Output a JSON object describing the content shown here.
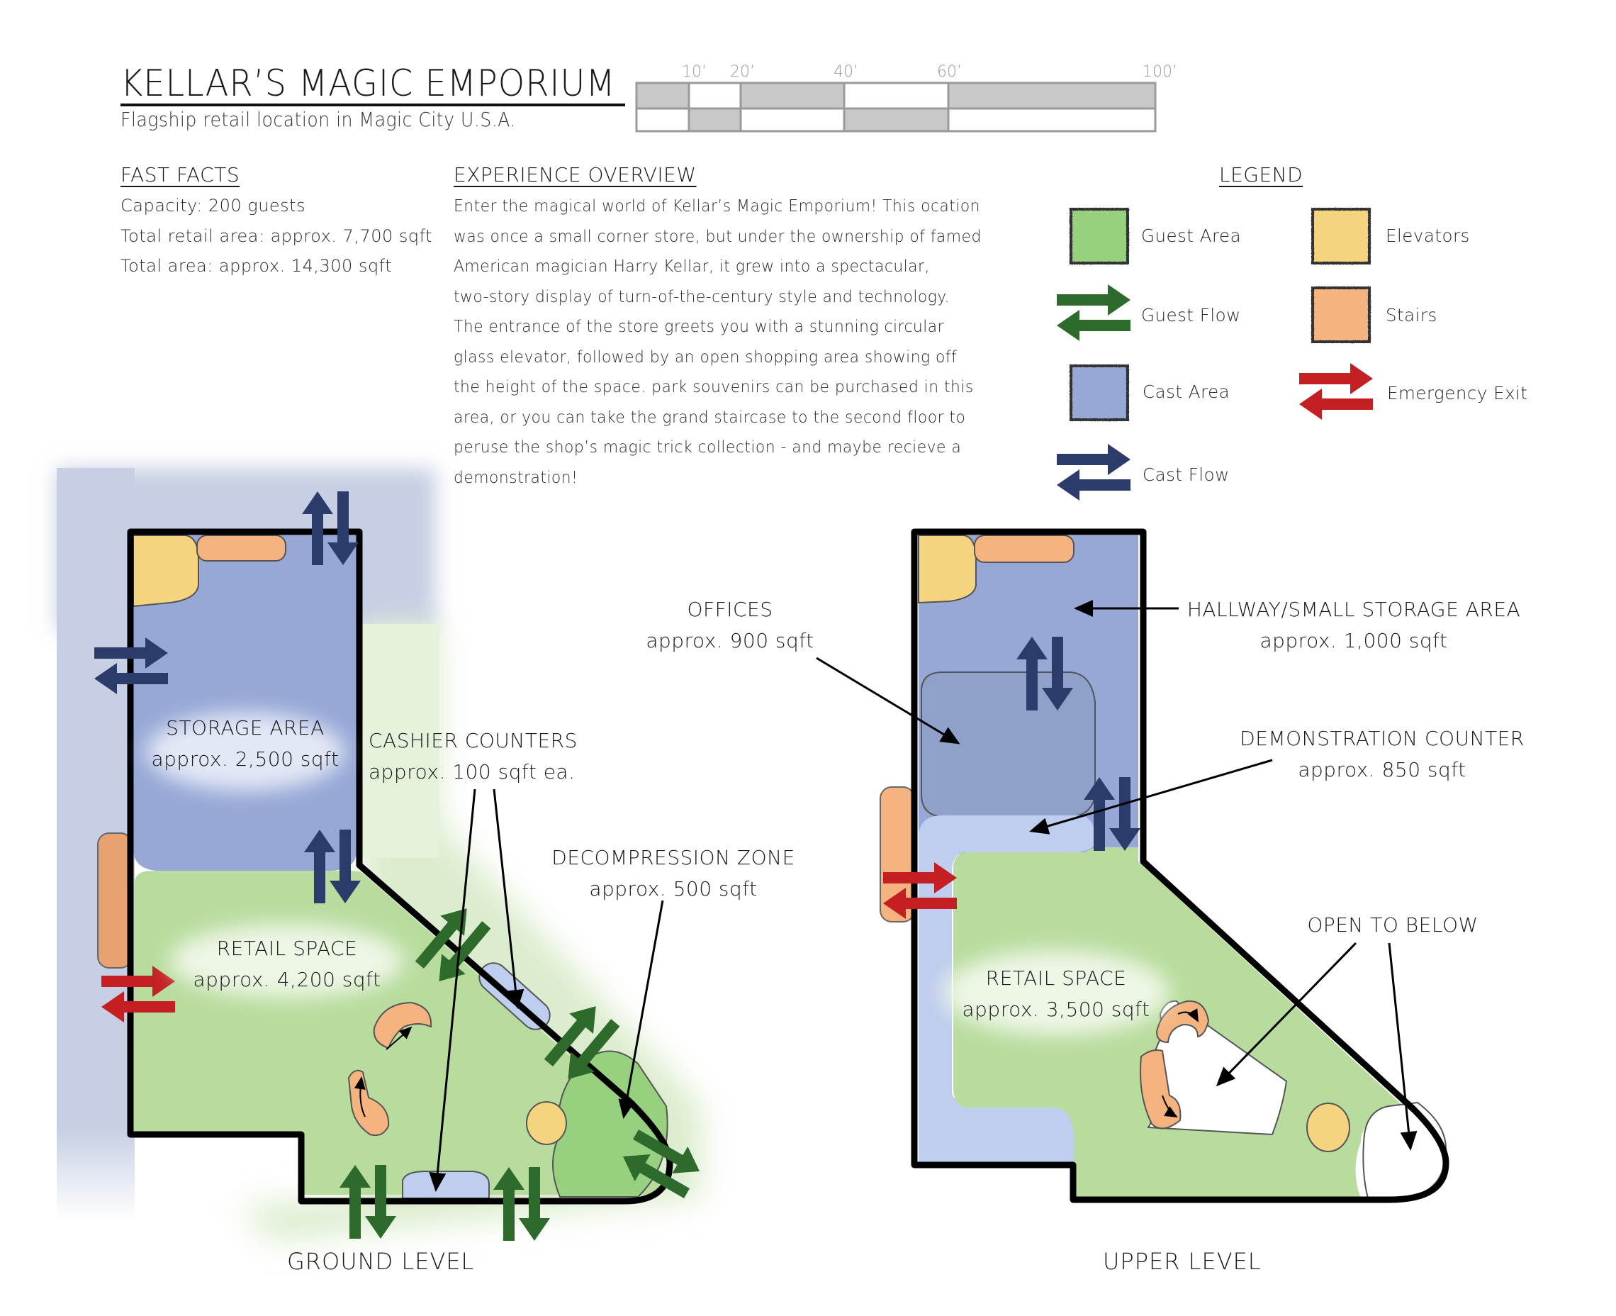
{
  "header": {
    "title": "KELLAR’S MAGIC EMPORIUM",
    "subtitle": "Flagship retail location in Magic City U.S.A."
  },
  "scale_bar": {
    "ticks": [
      "10’",
      "20’",
      "40’",
      "60’",
      "100’"
    ],
    "unit": "feet"
  },
  "fast_facts": {
    "heading": "FAST FACTS",
    "lines": [
      "Capacity: 200 guests",
      "Total retail area: approx. 7,700 sqft",
      "Total area: approx. 14,300 sqft"
    ]
  },
  "overview": {
    "heading": "EXPERIENCE OVERVIEW",
    "lines": [
      "Enter the magical world of Kellar’s Magic Emporium! This ocation",
      "was once a small corner store, but under the ownership of famed",
      "American magician Harry Kellar, it grew into a spectacular,",
      "two-story display of turn-of-the-century style and technology.",
      "The entrance of the store greets you with a stunning circular",
      "glass elevator, followed by an open shopping area showing off",
      "the height of the space. park souvenirs can be purchased in this",
      "area, or you can take the grand staircase to the second floor to",
      "peruse the shop’s magic trick collection - and maybe recieve a",
      "demonstration!"
    ]
  },
  "legend": {
    "heading": "LEGEND",
    "items": [
      {
        "label": "Guest Area",
        "kind": "swatch",
        "color": "#97d17f"
      },
      {
        "label": "Elevators",
        "kind": "swatch",
        "color": "#f5d37f"
      },
      {
        "label": "Guest Flow",
        "kind": "arrows",
        "color": "#2d6a2b"
      },
      {
        "label": "Stairs",
        "kind": "swatch",
        "color": "#f4b37f"
      },
      {
        "label": "Cast Area",
        "kind": "swatch",
        "color": "#97a8d6"
      },
      {
        "label": "Emergency Exit",
        "kind": "arrows",
        "color": "#c42024"
      },
      {
        "label": "Cast Flow",
        "kind": "arrows",
        "color": "#2b3c6b"
      }
    ]
  },
  "colors": {
    "guest_area": "#b8dc9e",
    "guest_area_bright": "#97d17f",
    "cast_area": "#97a8d6",
    "cast_area_dark": "#8fa1cb",
    "cast_area_light": "#bfcdee",
    "elevator": "#f5d37f",
    "stairs": "#f4b37f",
    "guest_flow": "#2d6a2b",
    "cast_flow": "#2b3c6b",
    "emergency": "#c42024",
    "outline": "#000000"
  },
  "ground_level": {
    "label": "GROUND LEVEL",
    "areas": {
      "storage": {
        "name": "STORAGE AREA",
        "size": "approx. 2,500 sqft"
      },
      "retail": {
        "name": "RETAIL SPACE",
        "size": "approx. 4,200 sqft"
      },
      "cashier": {
        "name": "CASHIER COUNTERS",
        "size": "approx. 100 sqft ea."
      },
      "decompression": {
        "name": "DECOMPRESSION ZONE",
        "size": "approx. 500 sqft"
      }
    }
  },
  "upper_level": {
    "label": "UPPER LEVEL",
    "areas": {
      "offices": {
        "name": "OFFICES",
        "size": "approx. 900 sqft"
      },
      "hallway": {
        "name": "HALLWAY/SMALL STORAGE AREA",
        "size": "approx. 1,000 sqft"
      },
      "demo": {
        "name": "DEMONSTRATION COUNTER",
        "size": "approx. 850 sqft"
      },
      "retail": {
        "name": "RETAIL SPACE",
        "size": "approx. 3,500 sqft"
      },
      "open_below": {
        "name": "OPEN TO BELOW"
      }
    }
  }
}
